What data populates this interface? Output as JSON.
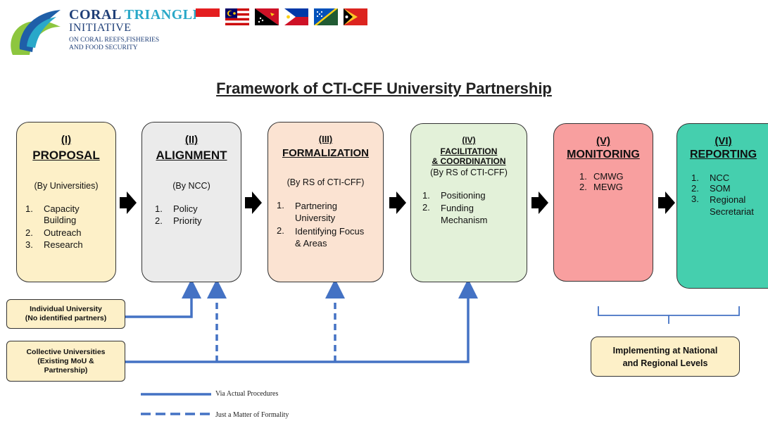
{
  "logo": {
    "word1": "CORAL",
    "word2": "TRIANGLE",
    "line2": "INITIATIVE",
    "line3": "ON CORAL REEFS,FISHERIES",
    "line4": "AND FOOD SECURITY",
    "flags": [
      "Indonesia",
      "Malaysia",
      "Papua New Guinea",
      "Philippines",
      "Solomon Islands",
      "Timor-Leste"
    ]
  },
  "title": "Framework of CTI-CFF University Partnership",
  "stages": [
    {
      "num": "(I)",
      "name": "PROPOSAL",
      "by": "(By Universities)",
      "items": [
        {
          "n": "1.",
          "t": "Capacity Building"
        },
        {
          "n": "2.",
          "t": "Outreach"
        },
        {
          "n": "3.",
          "t": "Research"
        }
      ],
      "color": "#fdf0c8"
    },
    {
      "num": "(II)",
      "name": "ALIGNMENT",
      "by": "(By NCC)",
      "items": [
        {
          "n": "1.",
          "t": "Policy"
        },
        {
          "n": "2.",
          "t": "Priority"
        }
      ],
      "color": "#ebebeb"
    },
    {
      "num": "(III)",
      "name": "FORMALIZATION",
      "by": "(By RS of CTI-CFF)",
      "items": [
        {
          "n": "1.",
          "t": "Partnering University"
        },
        {
          "n": "2.",
          "t": "Identifying Focus & Areas"
        }
      ],
      "color": "#fbe3d2"
    },
    {
      "num": "(IV)",
      "name1": "FACILITATION",
      "name2": "& COORDINATION",
      "by": "(By RS of CTI-CFF)",
      "items": [
        {
          "n": "1.",
          "t": "Positioning"
        },
        {
          "n": "2.",
          "t": "Funding Mechanism"
        }
      ],
      "color": "#e3f1d9"
    },
    {
      "num": "(V)",
      "name": "MONITORING",
      "items": [
        {
          "n": "1.",
          "t": "CMWG"
        },
        {
          "n": "2.",
          "t": "MEWG"
        }
      ],
      "color": "#f89f9f"
    },
    {
      "num": "(VI)",
      "name": "REPORTING",
      "items": [
        {
          "n": "1.",
          "t": "NCC"
        },
        {
          "n": "2.",
          "t": "SOM"
        },
        {
          "n": "3.",
          "t": "Regional Secretariat"
        }
      ],
      "color": "#45cfae"
    }
  ],
  "left_boxes": {
    "individual_1": "Individual University",
    "individual_2": "(No identified partners)",
    "collective_1": "Collective Universities",
    "collective_2": "(Existing MoU &",
    "collective_3": "Partnership)"
  },
  "implementing_1": "Implementing at National",
  "implementing_2": "and Regional Levels",
  "legend": {
    "solid": "Via Actual Procedures",
    "dashed": "Just a Matter of Formality"
  },
  "colors": {
    "connector": "#4472c4",
    "arrow": "#000000"
  }
}
